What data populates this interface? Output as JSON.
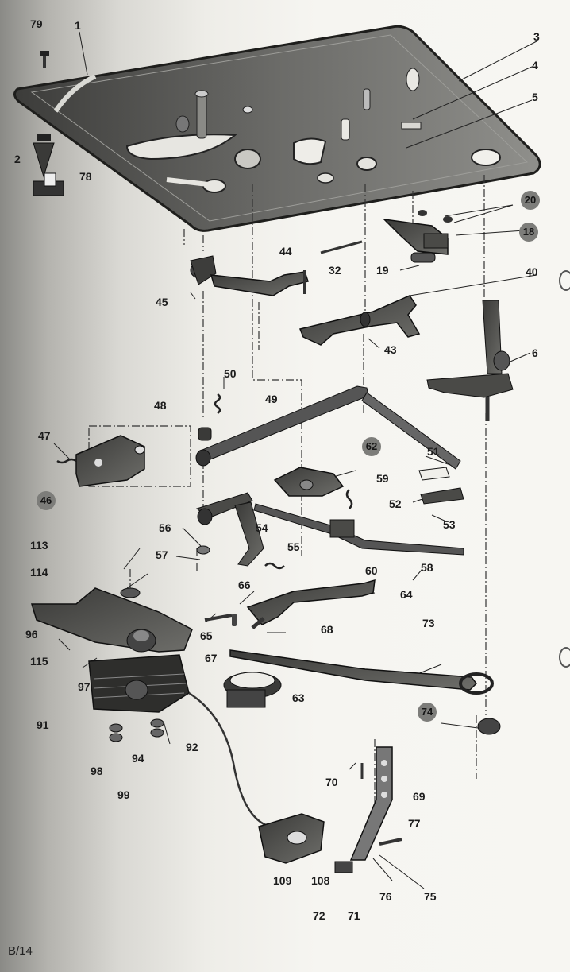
{
  "page_ref": "B/14",
  "callouts_plain": [
    {
      "id": "c1",
      "text": "1"
    },
    {
      "id": "c2",
      "text": "2"
    },
    {
      "id": "c3",
      "text": "3"
    },
    {
      "id": "c4",
      "text": "4"
    },
    {
      "id": "c5",
      "text": "5"
    },
    {
      "id": "c6",
      "text": "6"
    },
    {
      "id": "c19",
      "text": "19"
    },
    {
      "id": "c32",
      "text": "32"
    },
    {
      "id": "c40",
      "text": "40"
    },
    {
      "id": "c43",
      "text": "43"
    },
    {
      "id": "c44",
      "text": "44"
    },
    {
      "id": "c45",
      "text": "45"
    },
    {
      "id": "c47",
      "text": "47"
    },
    {
      "id": "c48",
      "text": "48"
    },
    {
      "id": "c49",
      "text": "49"
    },
    {
      "id": "c50",
      "text": "50"
    },
    {
      "id": "c51",
      "text": "51"
    },
    {
      "id": "c52",
      "text": "52"
    },
    {
      "id": "c53",
      "text": "53"
    },
    {
      "id": "c54",
      "text": "54"
    },
    {
      "id": "c55",
      "text": "55"
    },
    {
      "id": "c56",
      "text": "56"
    },
    {
      "id": "c57",
      "text": "57"
    },
    {
      "id": "c58",
      "text": "58"
    },
    {
      "id": "c59",
      "text": "59"
    },
    {
      "id": "c60",
      "text": "60"
    },
    {
      "id": "c63",
      "text": "63"
    },
    {
      "id": "c64",
      "text": "64"
    },
    {
      "id": "c65",
      "text": "65"
    },
    {
      "id": "c66",
      "text": "66"
    },
    {
      "id": "c67",
      "text": "67"
    },
    {
      "id": "c68",
      "text": "68"
    },
    {
      "id": "c69",
      "text": "69"
    },
    {
      "id": "c70",
      "text": "70"
    },
    {
      "id": "c71",
      "text": "71"
    },
    {
      "id": "c72",
      "text": "72"
    },
    {
      "id": "c73",
      "text": "73"
    },
    {
      "id": "c75",
      "text": "75"
    },
    {
      "id": "c76",
      "text": "76"
    },
    {
      "id": "c77",
      "text": "77"
    },
    {
      "id": "c78",
      "text": "78"
    },
    {
      "id": "c79",
      "text": "79"
    },
    {
      "id": "c91",
      "text": "91"
    },
    {
      "id": "c92",
      "text": "92"
    },
    {
      "id": "c94",
      "text": "94"
    },
    {
      "id": "c96",
      "text": "96"
    },
    {
      "id": "c97",
      "text": "97"
    },
    {
      "id": "c98",
      "text": "98"
    },
    {
      "id": "c99",
      "text": "99"
    },
    {
      "id": "c108",
      "text": "108"
    },
    {
      "id": "c109",
      "text": "109"
    },
    {
      "id": "c113",
      "text": "113"
    },
    {
      "id": "c114",
      "text": "114"
    },
    {
      "id": "c115",
      "text": "115"
    }
  ],
  "callouts_circled": [
    {
      "id": "c18",
      "text": "18"
    },
    {
      "id": "c20",
      "text": "20"
    },
    {
      "id": "c46",
      "text": "46"
    },
    {
      "id": "c62",
      "text": "62"
    },
    {
      "id": "c74",
      "text": "74"
    }
  ]
}
